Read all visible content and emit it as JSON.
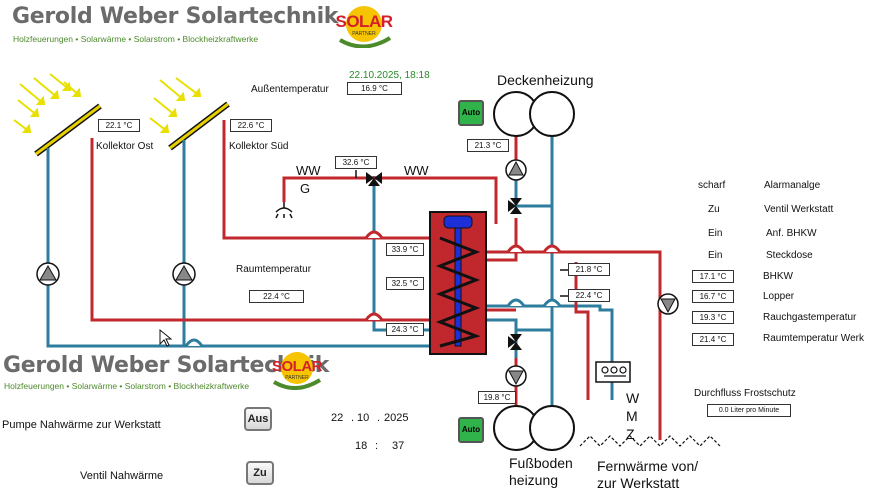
{
  "header": {
    "company": "Gerold Weber Solartechnik",
    "tagline": "Holzfeuerungen • Solarwärme • Solarstrom • Blockheizkraftwerke",
    "logo_text": "SOLAR",
    "logo_sub": "PARTNER"
  },
  "datetime": "22.10.2025,  18:18",
  "outdoor": {
    "label": "Außentemperatur",
    "value": "16.9 °C"
  },
  "collectors": {
    "east": {
      "label": "Kollektor Ost",
      "value": "22.1 °C"
    },
    "south": {
      "label": "Kollektor Süd",
      "value": "22.6 °C"
    }
  },
  "hotwater": {
    "label_left": "WW",
    "label_g": "G",
    "label_right": "WW",
    "value": "32.6 °C"
  },
  "room": {
    "label": "Raumtemperatur",
    "value": "22.4 °C"
  },
  "storage": {
    "top": "33.9 °C",
    "mid": "32.5 °C",
    "bottom": "24.3 °C"
  },
  "ceiling": {
    "title": "Deckenheizung",
    "auto_label": "Auto",
    "value": "21.3 °C"
  },
  "floor": {
    "title_1": "Fußboden",
    "title_2": "heizung",
    "auto_label": "Auto",
    "value": "19.8 °C"
  },
  "district": {
    "value_1": "21.8 °C",
    "value_2": "22.4 °C",
    "label_1": "Fernwärme von/",
    "label_2": "zur Werkstatt",
    "wmz": [
      "W",
      "M",
      "Z"
    ]
  },
  "status_list": [
    {
      "state": "scharf",
      "name": "Alarmanalge"
    },
    {
      "state": "Zu",
      "name": "Ventil Werkstatt"
    },
    {
      "state": "Ein",
      "name": "Anf. BHKW"
    },
    {
      "state": "Ein",
      "name": "Steckdose"
    }
  ],
  "temp_list": [
    {
      "value": "17.1 °C",
      "name": "BHKW"
    },
    {
      "value": "16.7 °C",
      "name": "Lopper"
    },
    {
      "value": "19.3 °C",
      "name": "Rauchgastemperatur"
    },
    {
      "value": "21.4 °C",
      "name": "Raumtemperatur Werk"
    }
  ],
  "frost": {
    "label": "Durchfluss Frostschutz",
    "value": "0.0 Liter pro Minute"
  },
  "panel": {
    "pump_label": "Pumpe  Nahwärme zur Werkstatt",
    "pump_button": "Aus",
    "valve_label": "Ventil Nahwärme",
    "valve_button": "Zu",
    "date": {
      "d": "22",
      "m": "10",
      "y": "2025",
      "sep": "."
    },
    "time": {
      "h": "18",
      "min": "37",
      "sep": ":"
    }
  },
  "colors": {
    "hot": "#c0282d",
    "cold": "#2e7c9e",
    "tank": "#c0282d",
    "coil": "#1d2fd6",
    "brand_green": "#4c8a2a",
    "auto_green": "#2fb34a"
  },
  "icons": [
    "sun-ray-icon",
    "pump-icon",
    "valve-icon",
    "shower-icon",
    "heat-meter-icon"
  ]
}
